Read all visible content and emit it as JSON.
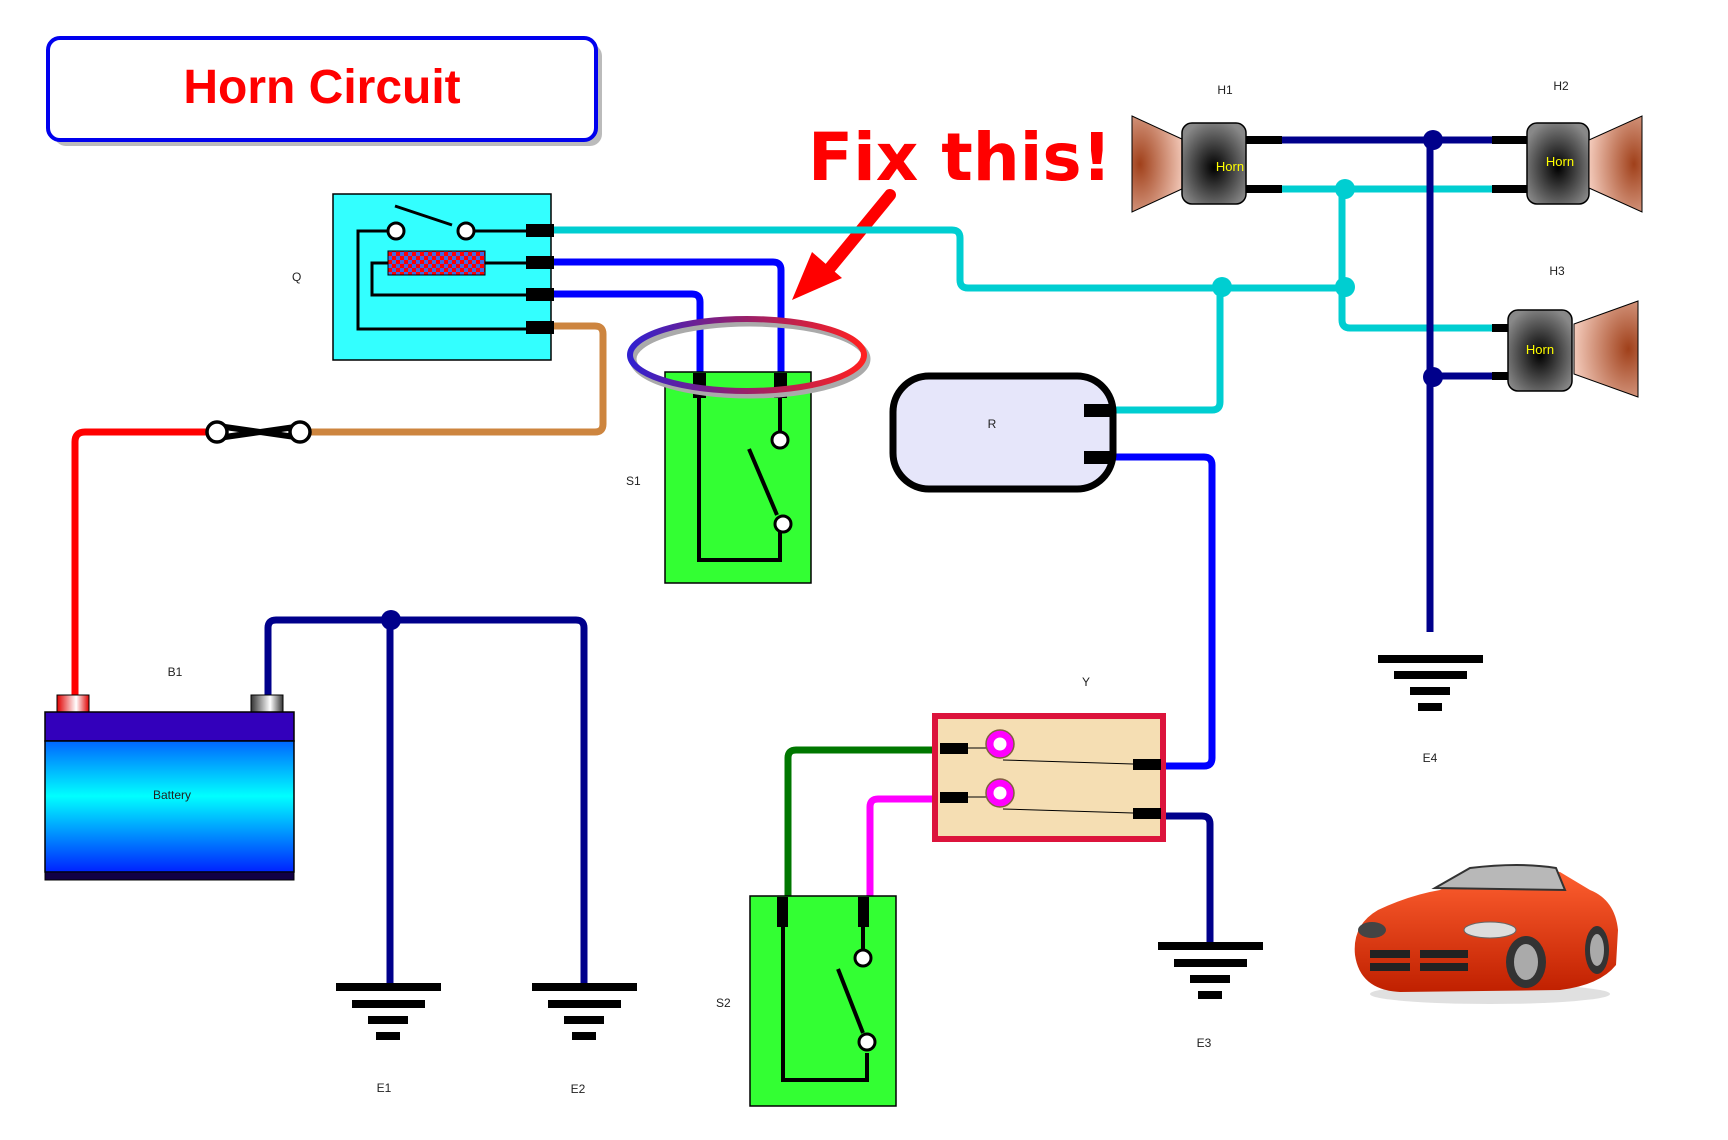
{
  "title": "Horn Circuit",
  "annotation": "Fix this!",
  "colors": {
    "title_border": "#0000EE",
    "title_text": "#FF0000",
    "annotation": "#FF0000",
    "wire_red": "#FF0000",
    "wire_brown": "#CD853F",
    "wire_cyan": "#00CED1",
    "wire_blue": "#0000FF",
    "wire_navy": "#00008B",
    "wire_green": "#007700",
    "wire_magenta": "#FF00FF",
    "relay_fill": "#33FFFF",
    "switch_fill": "#33FF33",
    "module_fill": "#E6E6FA",
    "connector_fill": "#F5DEB3",
    "connector_border": "#DC143C",
    "horn_text": "#FFFF00"
  },
  "components": {
    "relay": {
      "label": "Q"
    },
    "switch1": {
      "label": "S1"
    },
    "switch2": {
      "label": "S2"
    },
    "module": {
      "label": "R"
    },
    "connector": {
      "label": "Y"
    },
    "battery": {
      "label": "B1",
      "text": "Battery"
    },
    "fuse": {
      "label": ""
    },
    "horns": [
      {
        "label": "H1",
        "text": "Horn"
      },
      {
        "label": "H2",
        "text": "Horn"
      },
      {
        "label": "H3",
        "text": "Horn"
      }
    ],
    "grounds": [
      {
        "label": "E1"
      },
      {
        "label": "E2"
      },
      {
        "label": "E3"
      },
      {
        "label": "E4"
      }
    ]
  },
  "image": {
    "description": "red sports car"
  }
}
